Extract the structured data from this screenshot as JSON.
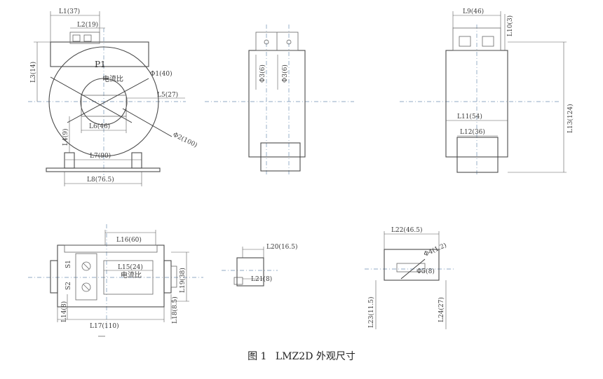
{
  "caption": {
    "figure": "图 1",
    "title": "LMZ2D 外观尺寸"
  },
  "front": {
    "L1": "L1(37)",
    "L2": "L2(19)",
    "L3": "L3(14)",
    "P1": "P1",
    "ratio": "电流比",
    "phi1": "Φ1(40)",
    "L5": "L5(27)",
    "L6": "L6(46)",
    "L4": "L4(9)",
    "phi2": "Φ2(100)",
    "L7": "L7(90)",
    "L8": "L8(76.5)"
  },
  "side": {
    "phi3a": "Φ3(6)",
    "phi3b": "Φ3(6)"
  },
  "back": {
    "L9": "L9(46)",
    "L10": "L10(3)",
    "L13": "L13(124)",
    "L11": "L11(54)",
    "L12": "L12(36)"
  },
  "bottom": {
    "L16": "L16(60)",
    "L15": "L15(24)",
    "S1": "S1",
    "S2": "S2",
    "ratio": "电流比",
    "L19": "L19(38)",
    "L14": "L14(8)",
    "L18": "L18(8.5)",
    "L17": "L17(110)"
  },
  "bracket": {
    "L20": "L20(16.5)",
    "L21": "L21(8)"
  },
  "bracket2": {
    "L22": "L22(46.5)",
    "phi4": "Φ4(1.2)",
    "phi5": "Φ5(8)",
    "L23": "L23(11.5)",
    "L24": "L24(27)"
  }
}
